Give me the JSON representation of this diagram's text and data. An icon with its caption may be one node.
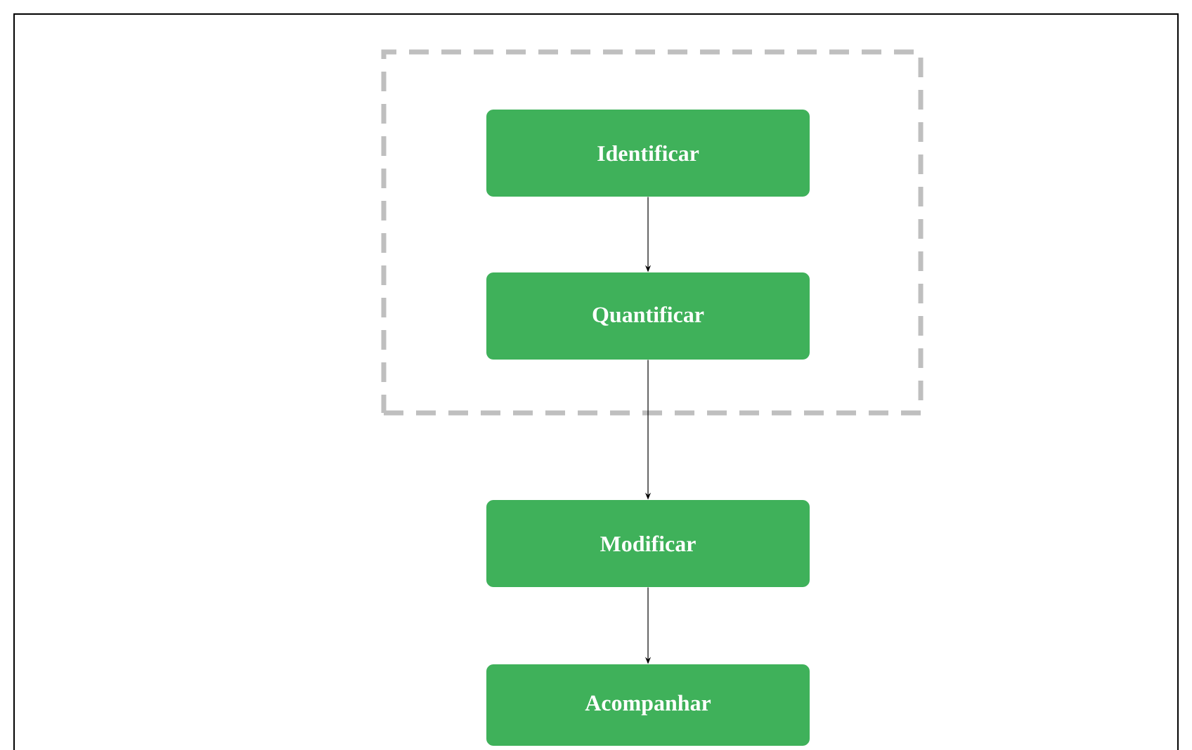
{
  "diagram": {
    "nodes": [
      {
        "text": [],
        "shape": "box"
      },
      {
        "text": [
          "Identificar"
        ],
        "in": 0
      },
      {
        "text": [
          "Quantificar"
        ],
        "in": 0
      },
      {
        "text": [
          "Modificar"
        ]
      },
      {
        "text": [
          "Acompanhar"
        ]
      }
    ],
    "edges": [
      {
        "from": 1,
        "to": 2,
        "arrow": "to"
      },
      {
        "from": 2,
        "to": 3,
        "arrow": "to"
      },
      {
        "from": 3,
        "to": 4,
        "arrow": "to"
      }
    ]
  }
}
